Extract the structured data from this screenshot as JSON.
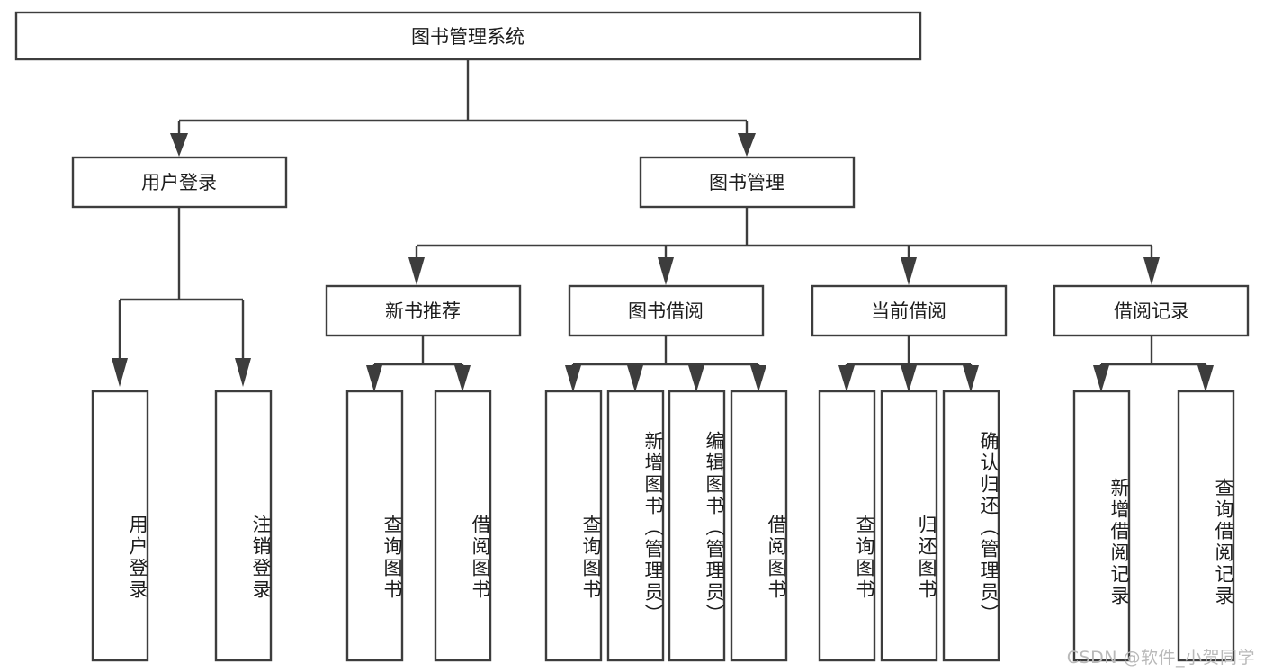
{
  "diagram": {
    "type": "tree-hierarchy",
    "title": "图书管理系统",
    "root": {
      "label": "图书管理系统",
      "name": "root-node"
    },
    "level2": [
      {
        "label": "用户登录",
        "name": "node-user-login"
      },
      {
        "label": "图书管理",
        "name": "node-book-management"
      }
    ],
    "level3": [
      {
        "label": "新书推荐",
        "name": "node-new-book-recommend"
      },
      {
        "label": "图书借阅",
        "name": "node-book-borrow"
      },
      {
        "label": "当前借阅",
        "name": "node-current-borrow"
      },
      {
        "label": "借阅记录",
        "name": "node-borrow-record"
      }
    ],
    "leaves": {
      "user_login": [
        {
          "label": "用户登录",
          "name": "leaf-user-login"
        },
        {
          "label": "注销登录",
          "name": "leaf-logout"
        }
      ],
      "new_book_recommend": [
        {
          "label": "查询图书",
          "name": "leaf-query-book-1"
        },
        {
          "label": "借阅图书",
          "name": "leaf-borrow-book-1"
        }
      ],
      "book_borrow": [
        {
          "label": "查询图书",
          "name": "leaf-query-book-2"
        },
        {
          "label": "新增图书（管理员）",
          "name": "leaf-add-book-admin"
        },
        {
          "label": "编辑图书（管理员）",
          "name": "leaf-edit-book-admin"
        },
        {
          "label": "借阅图书",
          "name": "leaf-borrow-book-2"
        }
      ],
      "current_borrow": [
        {
          "label": "查询图书",
          "name": "leaf-query-book-3"
        },
        {
          "label": "归还图书",
          "name": "leaf-return-book"
        },
        {
          "label": "确认归还（管理员）",
          "name": "leaf-confirm-return-admin"
        }
      ],
      "borrow_record": [
        {
          "label": "新增借阅记录",
          "name": "leaf-add-borrow-record"
        },
        {
          "label": "查询借阅记录",
          "name": "leaf-query-borrow-record"
        }
      ]
    }
  },
  "watermark": {
    "text": "CSDN @软件_小贺同学"
  },
  "colors": {
    "stroke": "#3d3d3d",
    "fill": "#ffffff",
    "text": "#1c1c1c",
    "watermark": "#b9b9b9"
  }
}
